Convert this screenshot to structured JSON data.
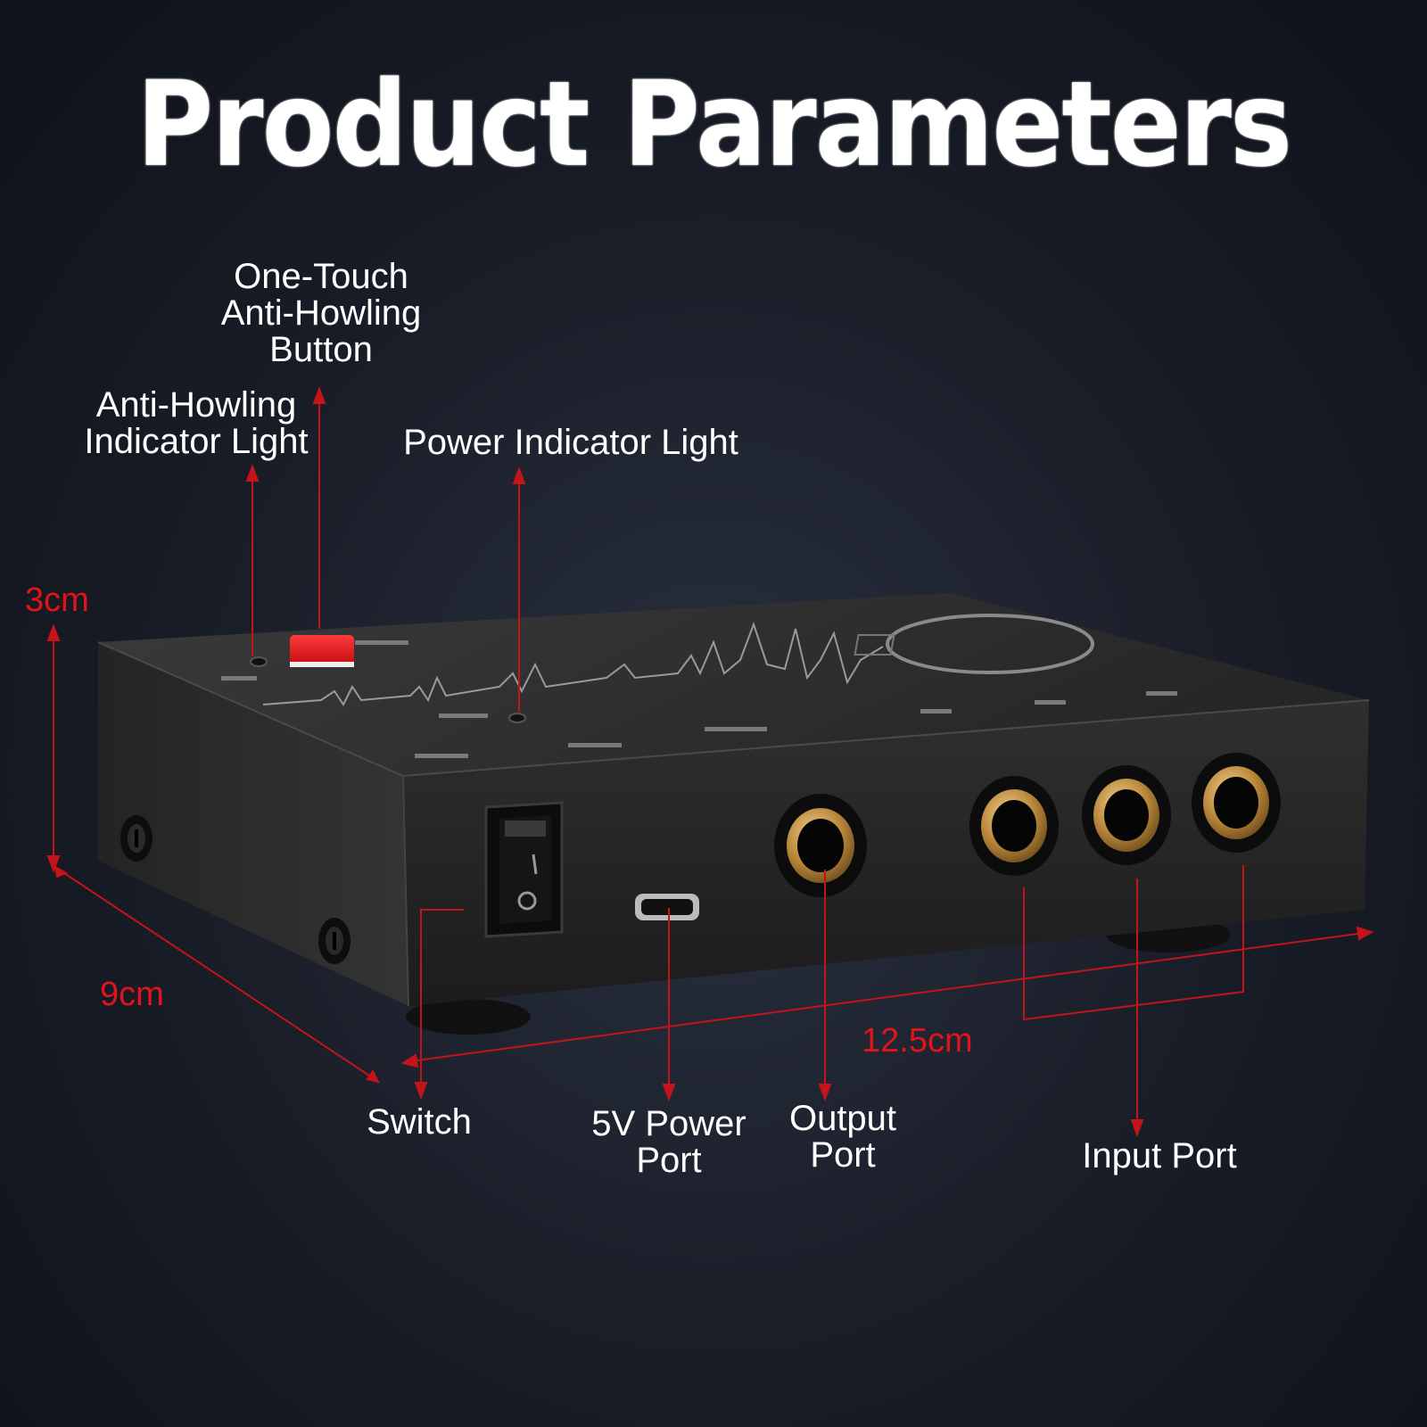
{
  "title": "Product Parameters",
  "callouts": {
    "one_touch_button": [
      "One-Touch",
      "Anti-Howling",
      "Button"
    ],
    "anti_howling_light": [
      "Anti-Howling",
      "Indicator Light"
    ],
    "power_light": "Power Indicator Light",
    "switch": "Switch",
    "power_port": [
      "5V Power",
      "Port"
    ],
    "output_port": [
      "Output",
      "Port"
    ],
    "input_port": "Input Port"
  },
  "dimensions": {
    "height": "3cm",
    "depth": "9cm",
    "width": "12.5cm"
  },
  "colors": {
    "background": "#181c26",
    "device": "#2e2e2e",
    "button": "#e0141a",
    "dimension": "#e0141a",
    "jack_ring": "#c99a4a"
  }
}
